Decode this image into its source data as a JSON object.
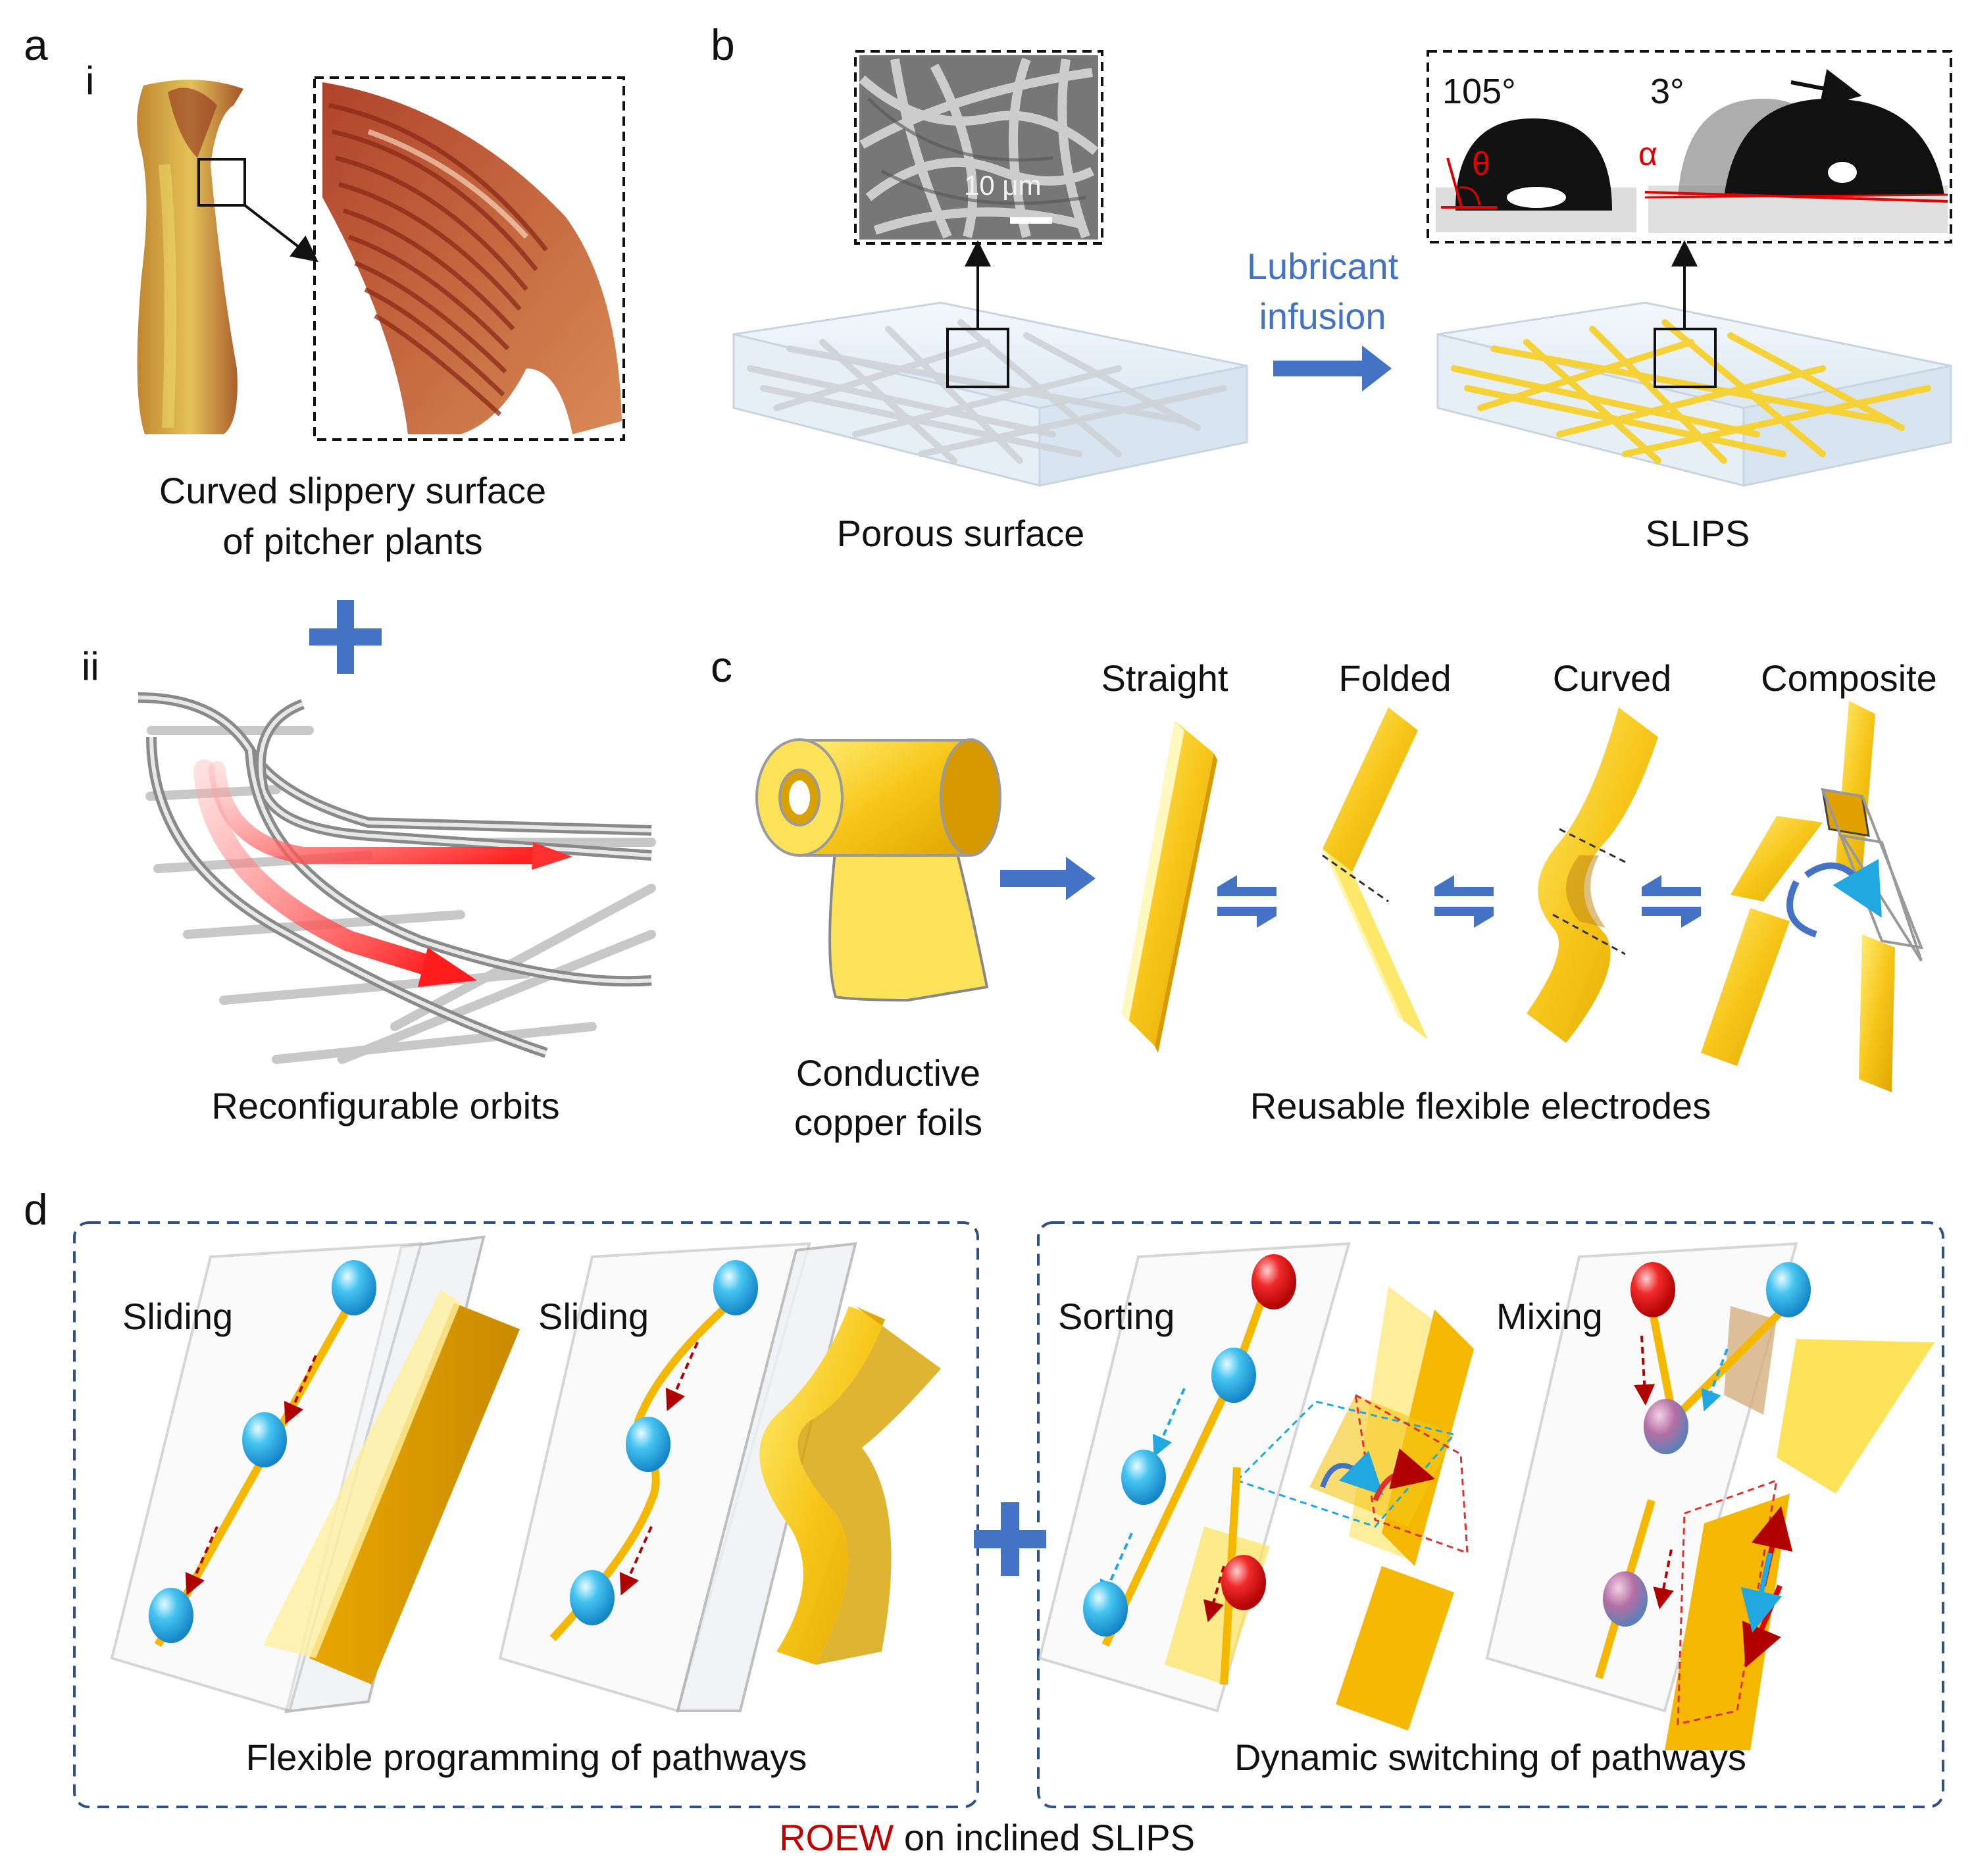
{
  "colors": {
    "accent_blue": "#4472c4",
    "roew_red": "#c00000",
    "gold": "#f5c518",
    "box_border": "#2f4f86"
  },
  "panel_a": {
    "label": "a",
    "sub_i": "i",
    "caption_i_line1": "Curved slippery surface",
    "caption_i_line2": "of pitcher plants",
    "sub_ii": "ii",
    "caption_ii": "Reconfigurable orbits"
  },
  "panel_b": {
    "label": "b",
    "sem_scale": "10 μm",
    "arrow_line1": "Lubricant",
    "arrow_line2": "infusion",
    "contact_angle": "105°",
    "sliding_angle": "3°",
    "theta": "θ",
    "alpha": "α",
    "caption_left": "Porous surface",
    "caption_right": "SLIPS"
  },
  "panel_c": {
    "label": "c",
    "states": [
      "Straight",
      "Folded",
      "Curved",
      "Composite"
    ],
    "caption_foil_line1": "Conductive",
    "caption_foil_line2": "copper foils",
    "caption_electrodes": "Reusable flexible electrodes"
  },
  "panel_d": {
    "label": "d",
    "box1_labels": [
      "Sliding",
      "Sliding"
    ],
    "box1_caption": "Flexible programming of pathways",
    "box2_labels": [
      "Sorting",
      "Mixing"
    ],
    "box2_caption": "Dynamic switching of pathways",
    "footer_highlight": "ROEW",
    "footer_rest": " on inclined SLIPS"
  }
}
